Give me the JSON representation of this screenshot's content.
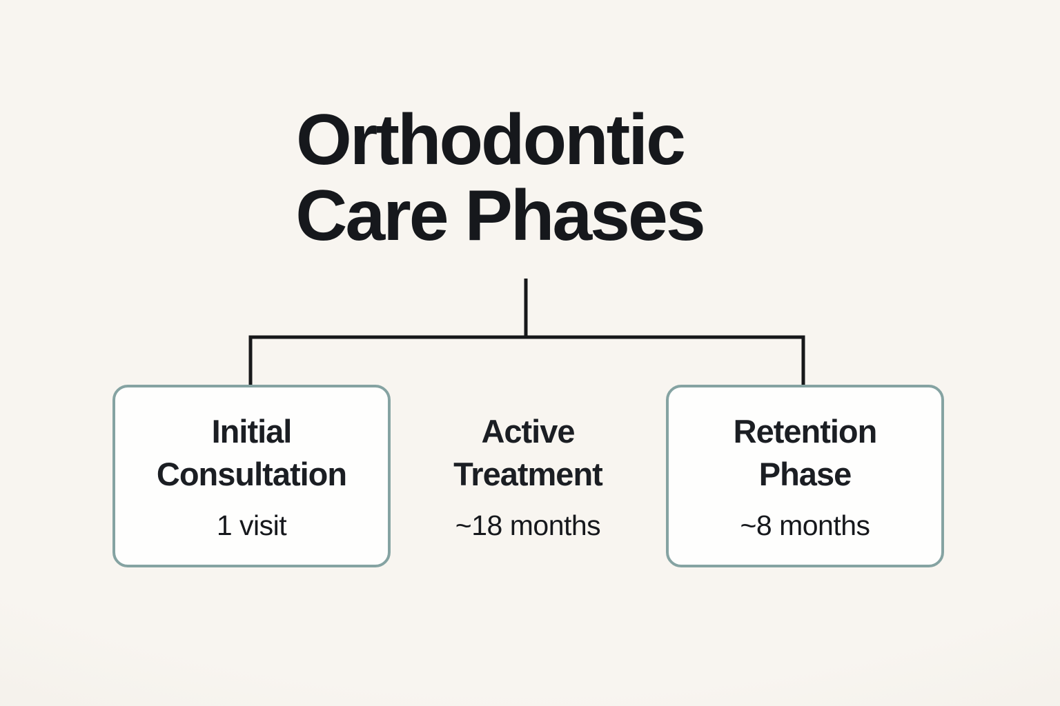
{
  "title": {
    "line1": "Orthodontic",
    "line2": "Care Phases"
  },
  "nodes": [
    {
      "id": "initial-consultation",
      "label_lines": [
        "Initial",
        "Consultation"
      ],
      "duration": "1 visit",
      "boxed": true
    },
    {
      "id": "active-treatment",
      "label_lines": [
        "Active",
        "Treatment"
      ],
      "duration": "~18 months",
      "boxed": false
    },
    {
      "id": "retention-phase",
      "label_lines": [
        "Retention",
        "Phase"
      ],
      "duration": "~8 months",
      "boxed": true
    }
  ],
  "colors": {
    "background": "#f8f5f0",
    "box_fill": "#fefefd",
    "box_border": "#85a3a2",
    "line": "#17181a",
    "text": "#16181c"
  }
}
